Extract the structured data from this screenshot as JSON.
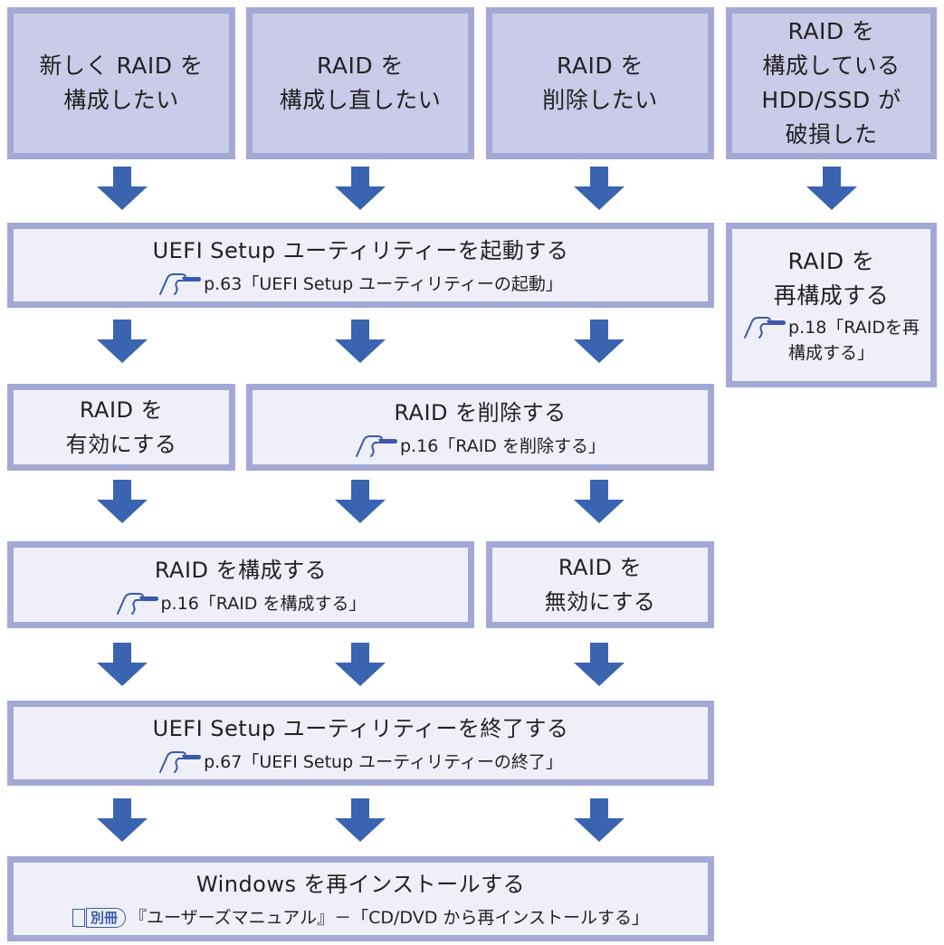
{
  "start_boxes": [
    {
      "lines": [
        "新しく RAID を",
        "構成したい"
      ]
    },
    {
      "lines": [
        "RAID を",
        "構成し直したい"
      ]
    },
    {
      "lines": [
        "RAID を",
        "削除したい"
      ]
    },
    {
      "lines": [
        "RAID を",
        "構成している",
        "HDD/SSD が",
        "破損した"
      ]
    }
  ],
  "steps": {
    "uefi_start": {
      "title": "UEFI Setup ユーティリティーを起動する",
      "ref": "p.63「UEFI Setup ユーティリティーの起動」"
    },
    "rebuild": {
      "title_lines": [
        "RAID を",
        "再構成する"
      ],
      "ref_lines": [
        "p.18「RAIDを再",
        "構成する」"
      ]
    },
    "enable": {
      "title_lines": [
        "RAID を",
        "有効にする"
      ]
    },
    "delete": {
      "title": "RAID を削除する",
      "ref": "p.16「RAID を削除する」"
    },
    "configure": {
      "title": "RAID を構成する",
      "ref": "p.16「RAID を構成する」"
    },
    "disable": {
      "title_lines": [
        "RAID を",
        "無効にする"
      ]
    },
    "uefi_end": {
      "title": "UEFI Setup ユーティリティーを終了する",
      "ref": "p.67「UEFI Setup ユーティリティーの終了」"
    },
    "reinstall": {
      "title": "Windows を再インストールする",
      "manual_badge": "別冊",
      "ref": "『ユーザーズマニュアル』－「CD/DVD から再インストールする」"
    }
  },
  "colors": {
    "box_border": "#a3a8d4",
    "top_fill": "#c9cbe8",
    "step_fill": "#eeeff8",
    "arrow": "#3a64b0",
    "ref_icon": "#3a5aa8"
  }
}
